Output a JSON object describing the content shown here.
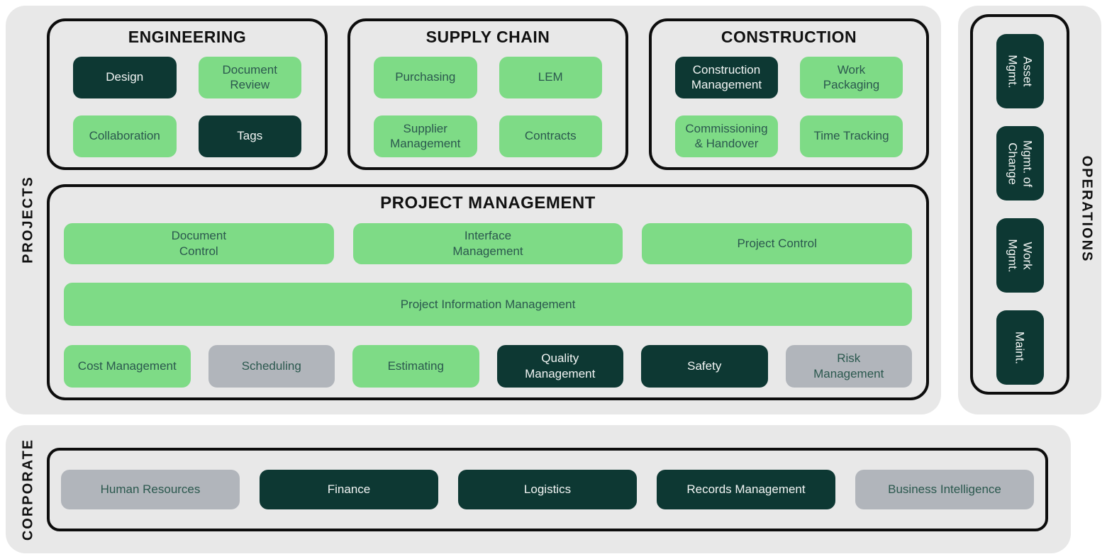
{
  "colors": {
    "panel_bg": "#e8e8e8",
    "green": "#7edb86",
    "dark": "#0d3833",
    "gray": "#b1b5bb",
    "line": "#0d0d0d",
    "heading": "#111111",
    "text_on_light": "#2b584e",
    "text_on_dark": "#f2f5f4"
  },
  "projects": {
    "label": "PROJECTS",
    "engineering": {
      "title": "ENGINEERING",
      "items": [
        {
          "label": "Design",
          "variant": "dark"
        },
        {
          "label": "Document\nReview",
          "variant": "green"
        },
        {
          "label": "Collaboration",
          "variant": "green"
        },
        {
          "label": "Tags",
          "variant": "dark"
        }
      ]
    },
    "supply_chain": {
      "title": "SUPPLY CHAIN",
      "items": [
        {
          "label": "Purchasing",
          "variant": "green"
        },
        {
          "label": "LEM",
          "variant": "green"
        },
        {
          "label": "Supplier\nManagement",
          "variant": "green"
        },
        {
          "label": "Contracts",
          "variant": "green"
        }
      ]
    },
    "construction": {
      "title": "CONSTRUCTION",
      "items": [
        {
          "label": "Construction\nManagement",
          "variant": "dark"
        },
        {
          "label": "Work\nPackaging",
          "variant": "green"
        },
        {
          "label": "Commissioning\n& Handover",
          "variant": "green"
        },
        {
          "label": "Time Tracking",
          "variant": "green"
        }
      ]
    },
    "project_management": {
      "title": "PROJECT MANAGEMENT",
      "row1": [
        {
          "label": "Document\nControl",
          "variant": "green"
        },
        {
          "label": "Interface\nManagement",
          "variant": "green"
        },
        {
          "label": "Project Control",
          "variant": "green"
        }
      ],
      "row2": [
        {
          "label": "Project Information Management",
          "variant": "green"
        }
      ],
      "row3": [
        {
          "label": "Cost Management",
          "variant": "green"
        },
        {
          "label": "Scheduling",
          "variant": "gray"
        },
        {
          "label": "Estimating",
          "variant": "green"
        },
        {
          "label": "Quality\nManagement",
          "variant": "dark"
        },
        {
          "label": "Safety",
          "variant": "dark"
        },
        {
          "label": "Risk\nManagement",
          "variant": "gray"
        }
      ]
    }
  },
  "operations": {
    "label": "OPERATIONS",
    "items": [
      {
        "label": "Asset\nMgmt.",
        "variant": "dark"
      },
      {
        "label": "Mgmt. of\nChange",
        "variant": "dark"
      },
      {
        "label": "Work\nMgmt.",
        "variant": "dark"
      },
      {
        "label": "Maint.",
        "variant": "dark"
      }
    ]
  },
  "corporate": {
    "label": "CORPORATE",
    "items": [
      {
        "label": "Human Resources",
        "variant": "gray"
      },
      {
        "label": "Finance",
        "variant": "dark"
      },
      {
        "label": "Logistics",
        "variant": "dark"
      },
      {
        "label": "Records Management",
        "variant": "dark"
      },
      {
        "label": "Business Intelligence",
        "variant": "gray"
      }
    ]
  }
}
